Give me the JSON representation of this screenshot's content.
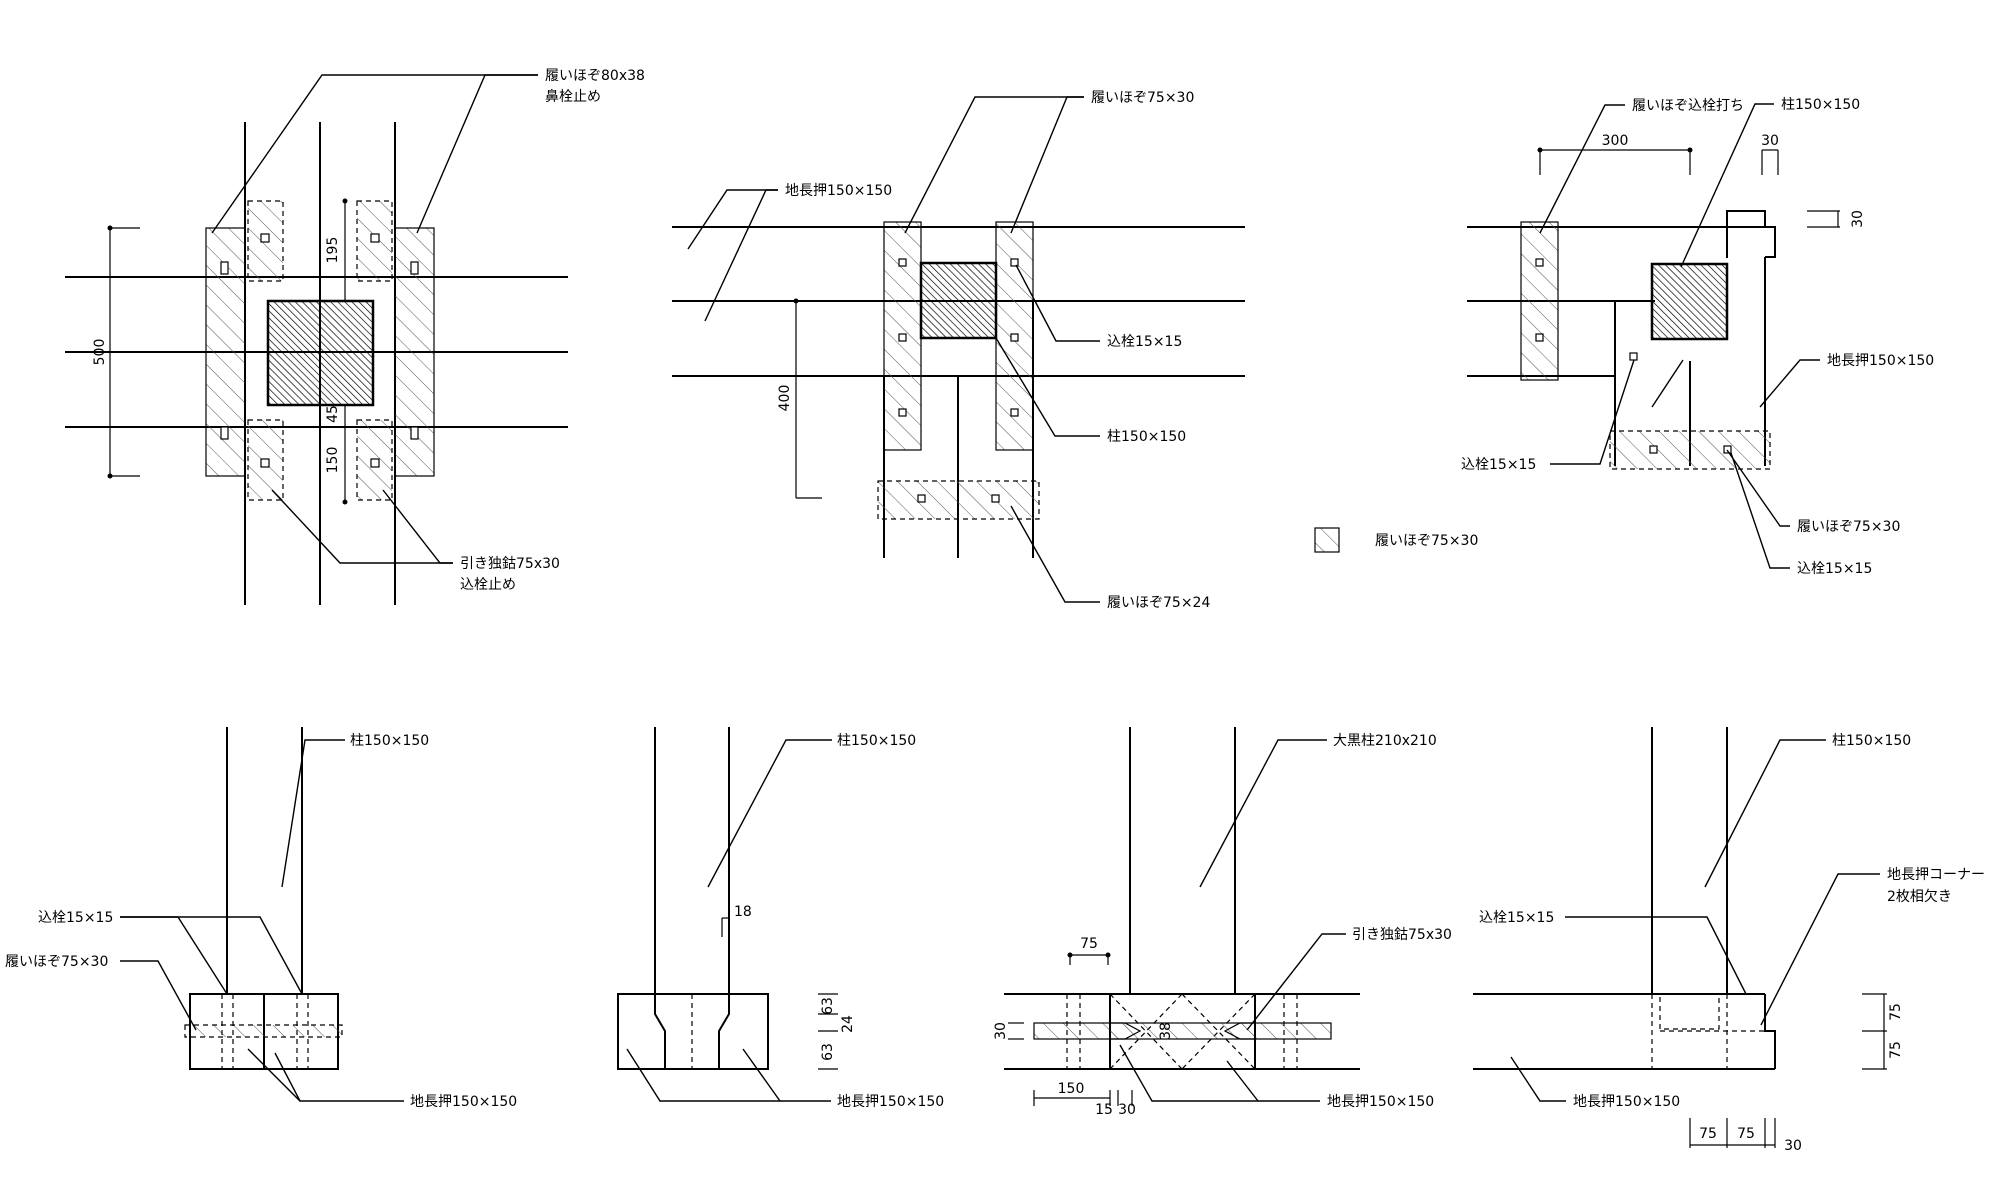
{
  "labels": {
    "a_top1": "履いほぞ80x38",
    "a_top2": "鼻栓止め",
    "a_bot1": "引き独鈷75x30",
    "a_bot2": "込栓止め",
    "a_d500": "500",
    "a_d195": "195",
    "a_d45": "45",
    "a_d150": "150",
    "b_tenon": "履いほぞ75×30",
    "b_beam": "地長押150×150",
    "b_pin": "込栓15×15",
    "b_post": "柱150×150",
    "b_tenon24": "履いほぞ75×24",
    "b_d400": "400",
    "c_pinned": "履いほぞ込栓打ち",
    "c_post": "柱150×150",
    "c_d300": "300",
    "c_d30a": "30",
    "c_d30b": "30",
    "c_beam": "地長押150×150",
    "c_pin": "込栓15×15",
    "c_tenon": "履いほぞ75×30",
    "c_pin2": "込栓15×15",
    "legend": "履いほぞ75×30",
    "d_post": "柱150×150",
    "d_pin": "込栓15×15",
    "d_tenon": "履いほぞ75×30",
    "d_beam": "地長押150×150",
    "e_post": "柱150×150",
    "e_d18": "18",
    "e_d63a": "63",
    "e_d24": "24",
    "e_d63b": "63",
    "e_beam": "地長押150×150",
    "f_post": "大黒柱210x210",
    "f_key": "引き独鈷75x30",
    "f_d75": "75",
    "f_d30": "30",
    "f_d38": "38",
    "f_d150": "150",
    "f_d15": "15",
    "f_d30b": "30",
    "f_beam": "地長押150×150",
    "g_post": "柱150×150",
    "g_corner1": "地長押コーナー",
    "g_corner2": "2枚相欠き",
    "g_pin": "込栓15×15",
    "g_d75a": "75",
    "g_d75b": "75",
    "g_beam": "地長押150×150",
    "g_d75c": "75",
    "g_d75d": "75",
    "g_d30": "30"
  }
}
